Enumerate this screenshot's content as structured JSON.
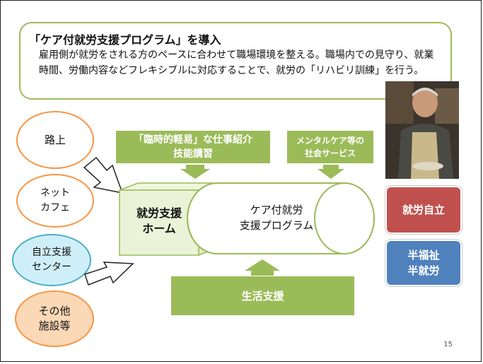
{
  "intro": {
    "title": "「ケア付就労支援プログラム」を導入",
    "body": "雇用側が就労をされる方のペースに合わせて職場環境を整える。職場内での見守り、就業時間、労働内容などフレキシブルに対応することで、就労の「リハビリ訓練」を行う。"
  },
  "sources": [
    {
      "label": "路上"
    },
    {
      "label": "ネット\nカフェ"
    },
    {
      "label": "自立支援\nセンター"
    },
    {
      "label": "その他\n施設等"
    }
  ],
  "top_boxes": [
    {
      "label": "「臨時的軽易」な仕事紹介\n技能講習"
    },
    {
      "label": "メンタルケア等の\n社会サービス"
    }
  ],
  "home_label": "就労支援\nホーム",
  "program_label": "ケア付就労\n支援プログラム",
  "bottom_box": {
    "label": "生活支援"
  },
  "outcomes": [
    {
      "label": "就労自立",
      "color": "#c0504d"
    },
    {
      "label": "半福祉\n半就労",
      "color": "#4f81bd"
    }
  ],
  "colors": {
    "green": "#9bbb59",
    "light_green": "#eaf3d7",
    "orange": "#f79646",
    "blue": "#4bacc6"
  },
  "page_number": "15"
}
